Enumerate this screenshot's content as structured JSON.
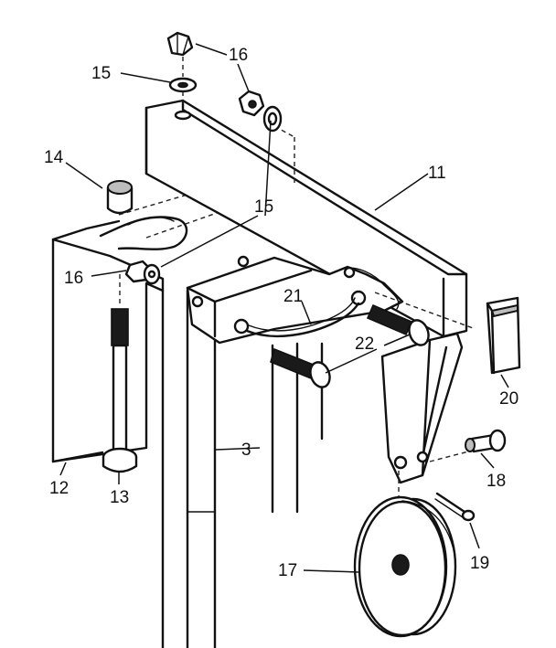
{
  "callouts": {
    "c3": "3",
    "c11": "11",
    "c12": "12",
    "c13": "13",
    "c14": "14",
    "c15a": "15",
    "c15b": "15",
    "c16a": "16",
    "c16b": "16",
    "c17": "17",
    "c18": "18",
    "c19": "19",
    "c20": "20",
    "c21": "21",
    "c22": "22"
  },
  "colors": {
    "ink": "#111111",
    "paper": "#ffffff",
    "shade": "#bdbdbd"
  }
}
